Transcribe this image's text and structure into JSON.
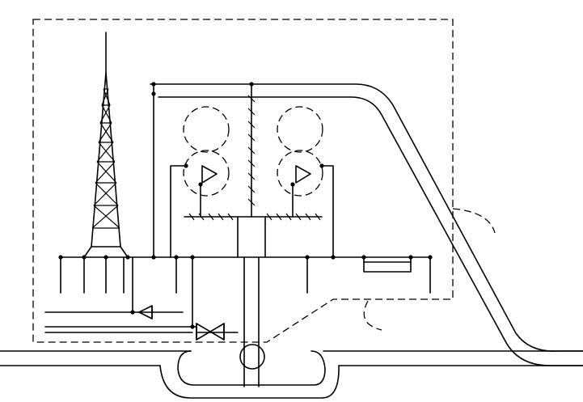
{
  "diagram": {
    "kind": "site-plan-schematic",
    "elements": [
      "site-boundary",
      "lattice-tower",
      "pump-1",
      "pump-2",
      "main-header",
      "check-valve",
      "gate-valve",
      "road",
      "culvert-manhole"
    ]
  },
  "colors": {
    "line": "#000000",
    "background": "#ffffff"
  }
}
